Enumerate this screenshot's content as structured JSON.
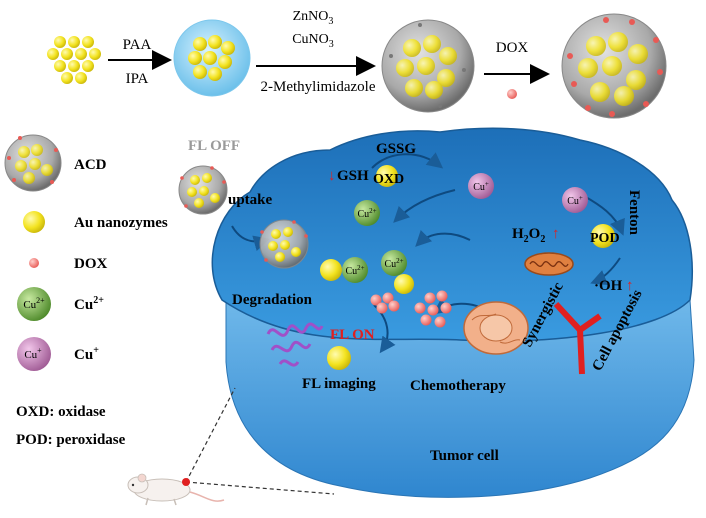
{
  "synthesis": {
    "step1_top": "PAA",
    "step1_bottom": "IPA",
    "step2_top_a": "ZnNO",
    "step2_top_a_sub": "3",
    "step2_top_b": "CuNO",
    "step2_top_b_sub": "3",
    "step2_bottom": "2-Methylimidazole",
    "step3_top": "DOX"
  },
  "legend": {
    "acd": "ACD",
    "au": "Au nanozymes",
    "dox": "DOX",
    "cu2_inner": "Cu",
    "cu2_inner_sup": "2+",
    "cu2_label": "Cu",
    "cu2_label_sup": "2+",
    "cu1_inner": "Cu",
    "cu1_inner_sup": "+",
    "cu1_label": "Cu",
    "cu1_label_sup": "+",
    "oxd": "OXD: oxidase",
    "pod": "POD: peroxidase"
  },
  "cell": {
    "fl_off": "FL OFF",
    "uptake": "uptake",
    "gssg": "GSSG",
    "gsh": "GSH",
    "oxd": "OXD",
    "cu2_a": "Cu",
    "cu2_a_sup": "2+",
    "cu_plus_top": "Cu",
    "cu_plus_top_sup": "+",
    "cu_plus_right": "Cu",
    "cu_plus_right_sup": "+",
    "fenton": "Fenton",
    "h2o2": "H",
    "h2o2_sub": "2",
    "h2o2_mid": "O",
    "h2o2_sub2": "2",
    "pod": "POD",
    "cu2_b": "Cu",
    "cu2_b_sup": "2+",
    "cu2_c": "Cu",
    "cu2_c_sup": "2+",
    "oh": "·OH",
    "degradation": "Degradation",
    "fl_on": "FL ON",
    "fl_imaging": "FL imaging",
    "chemotherapy": "Chemotherapy",
    "synergistic": "Synergistic",
    "cell_apoptosis": "Cell apoptosis",
    "tumor_cell": "Tumor cell"
  },
  "colors": {
    "cell_top": "#2f8fd6",
    "cell_side": "#4a9fe0",
    "arrow_red": "#e02020",
    "fl_on_red": "#e02020",
    "gold": "#f5e52a",
    "dox": "#f07070"
  }
}
